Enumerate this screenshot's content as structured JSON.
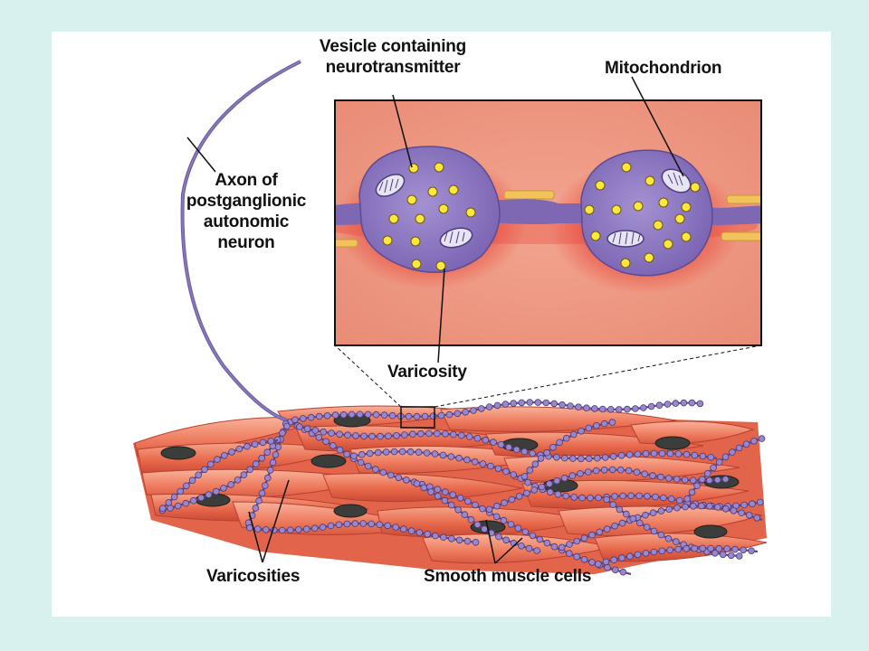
{
  "labels": {
    "vesicle": [
      "Vesicle containing",
      "neurotransmitter"
    ],
    "mitochondrion": "Mitochondrion",
    "axon": [
      "Axon of",
      "postganglionic",
      "autonomic",
      "neuron"
    ],
    "varicosity": "Varicosity",
    "varicosities": "Varicosities",
    "smooth_muscle": "Smooth muscle cells"
  },
  "colors": {
    "background": "#d8f1ef",
    "panel": "#ffffff",
    "muscle": "#ec7a5f",
    "muscle_light": "#f6a58c",
    "nucleus": "#3b3d3a",
    "axon": "#7c68b0",
    "bead": "#9a86cc",
    "inset_bg": "#ef9e8a",
    "vesicle": "#ffe63a",
    "mitochondrion": "#e8e4f3"
  }
}
